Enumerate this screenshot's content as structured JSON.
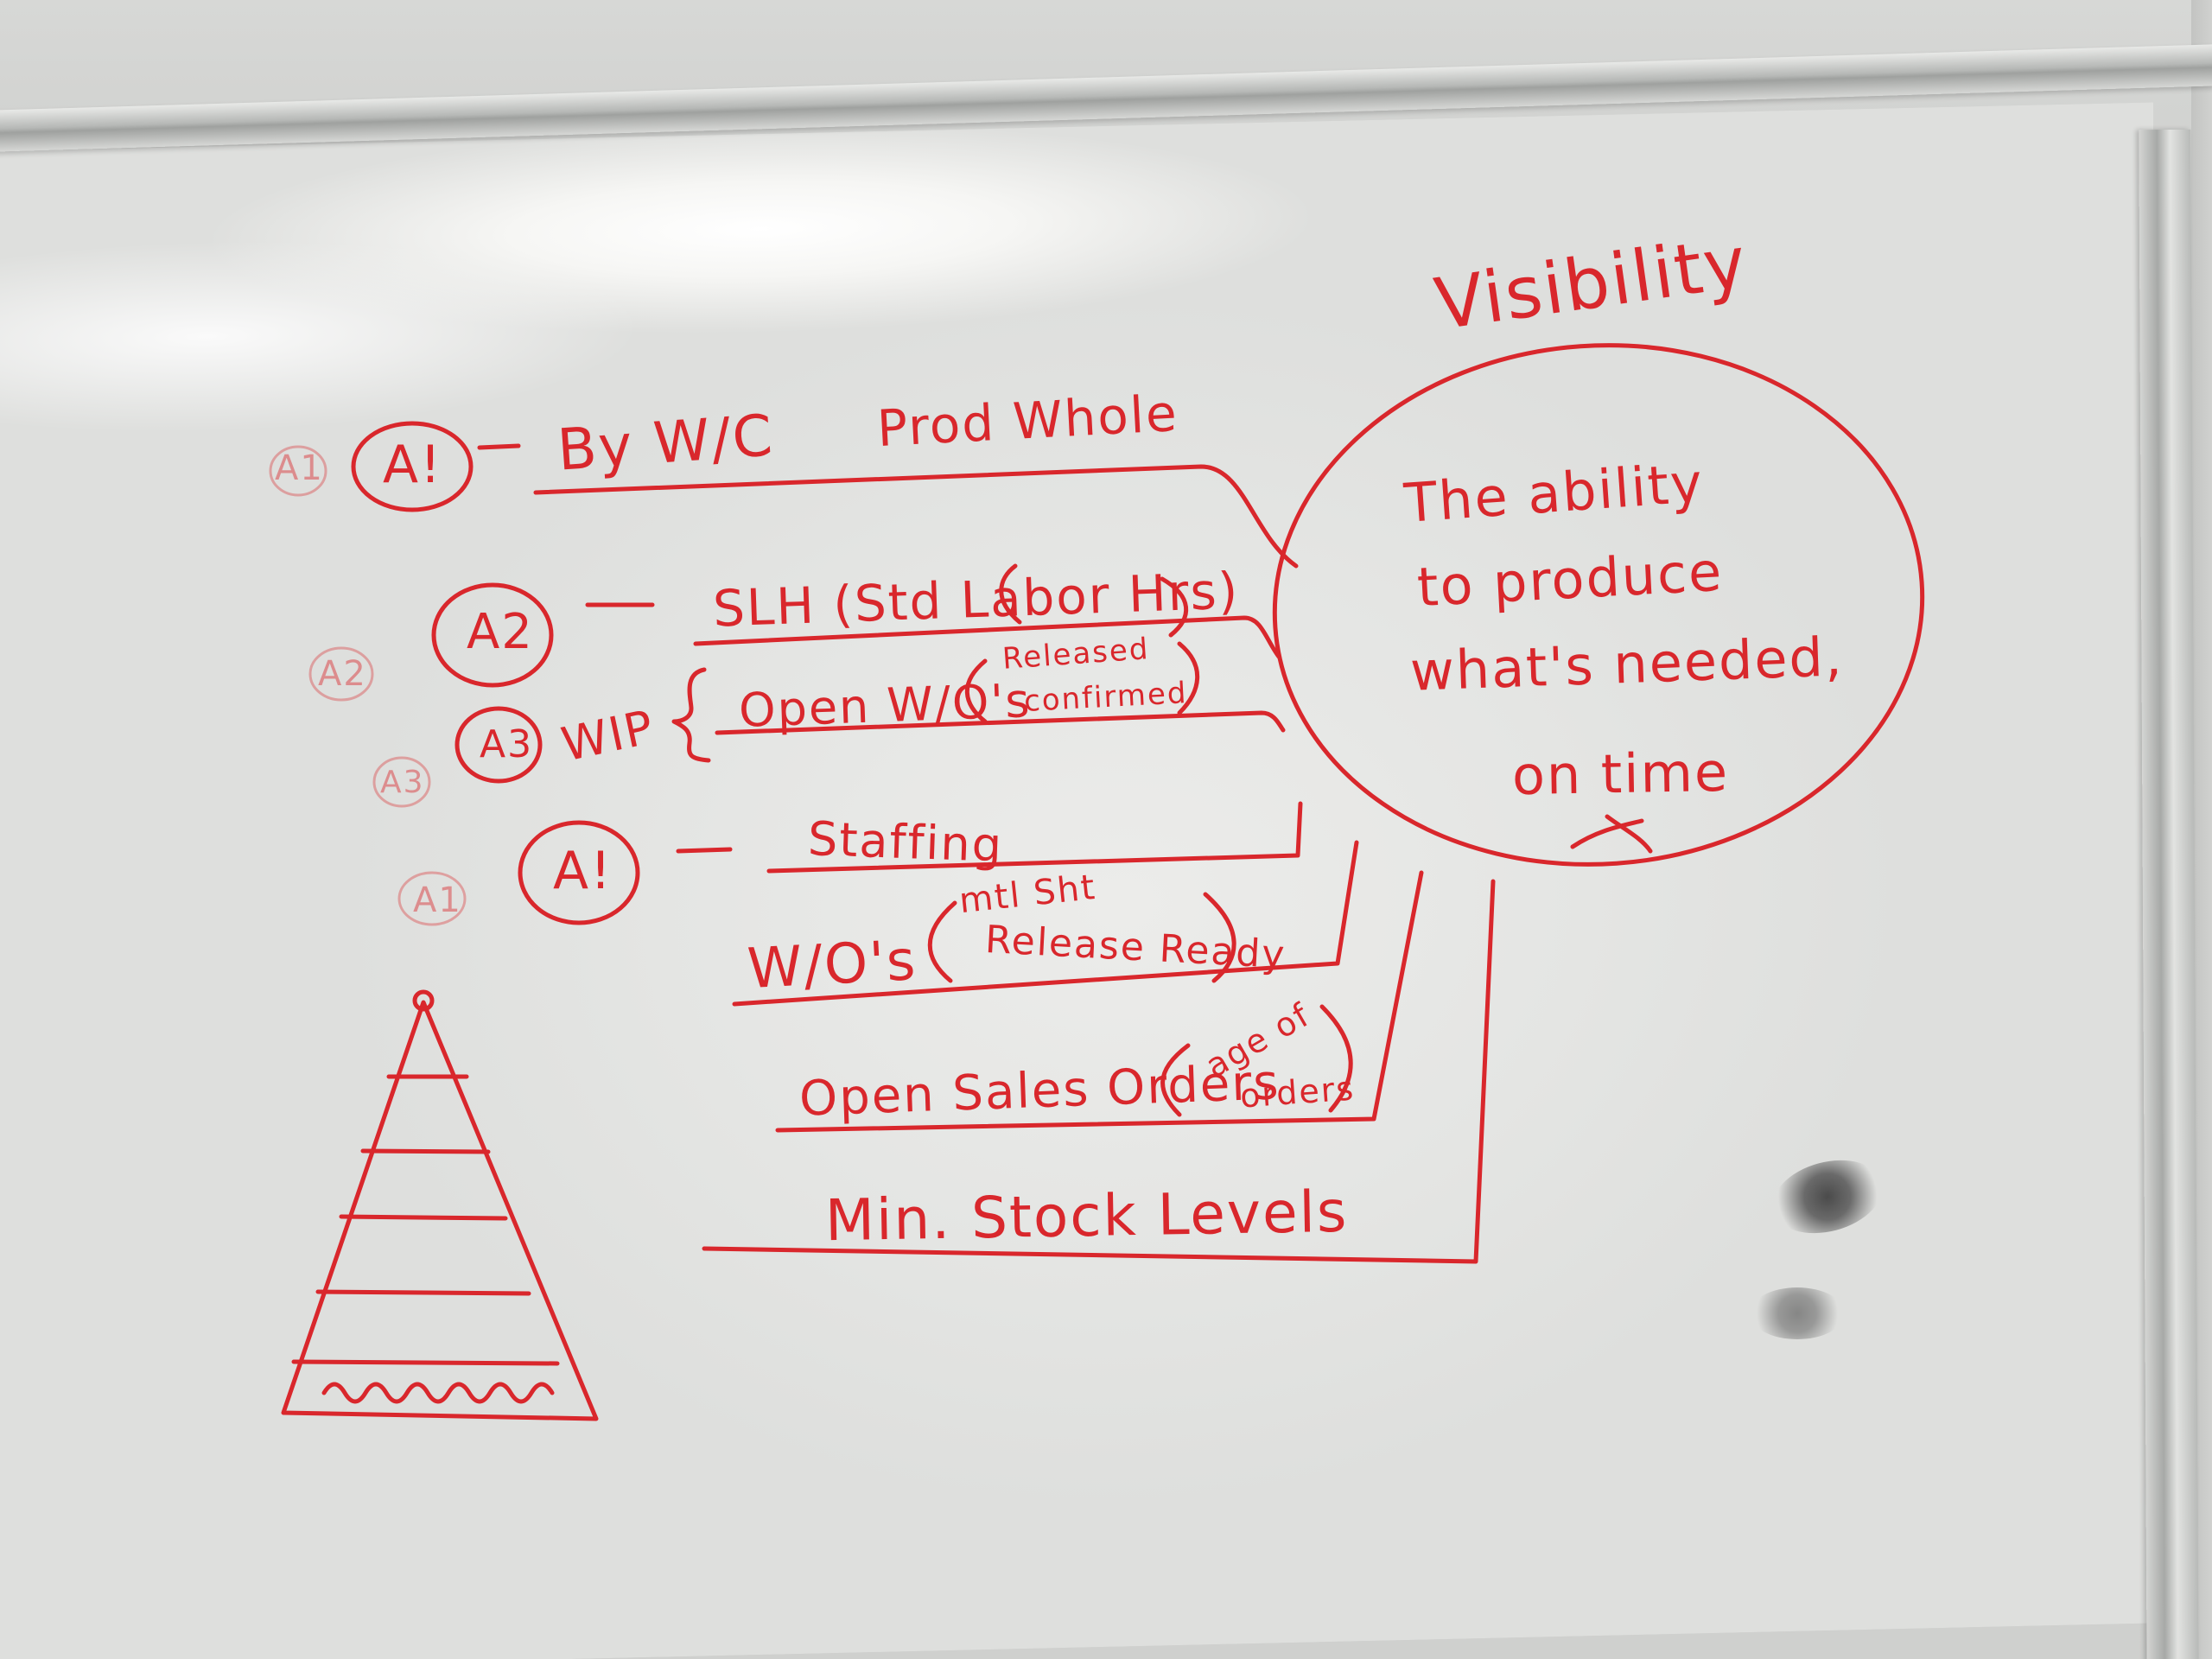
{
  "board": {
    "title": "Visibility",
    "circle_text": [
      "The ability",
      "to produce",
      "what's needed,",
      "on time"
    ],
    "items": [
      {
        "badge": "A!",
        "margin_note": "A1",
        "label": "By W/C",
        "extra": "Prod Whole"
      },
      {
        "badge": "A2",
        "margin_note": "A2",
        "label": "SLH (Std Labor Hrs)"
      },
      {
        "badge": "A3",
        "margin_note": "A3",
        "wip": "WIP",
        "label": "Open W/O's",
        "note_line1": "Released",
        "note_line2": "confirmed"
      },
      {
        "badge": "A!",
        "margin_note": "A1",
        "label": "Staffing"
      },
      {
        "label": "W/O's",
        "note_line1": "mtl Sht",
        "note_line2": "Release Ready"
      },
      {
        "label": "Open Sales Orders",
        "note_line1": "age of",
        "note_line2": "orders"
      },
      {
        "label": "Min. Stock Levels"
      }
    ]
  },
  "colors": {
    "ink": "#d9272c",
    "board": "#e6e7e5",
    "frame": "#b4b6b4"
  }
}
